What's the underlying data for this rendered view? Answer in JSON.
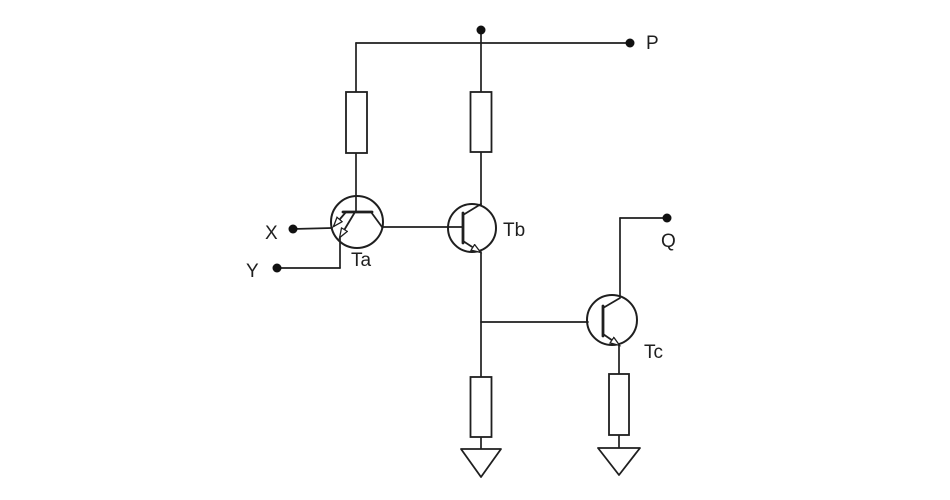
{
  "diagram": {
    "kind": "transistor-circuit-schematic",
    "background_color": "#ffffff",
    "line_color": "#1f1f1f",
    "dot_color": "#111111",
    "text_color": "#1f1f1f",
    "labels": {
      "terminal_p": "P",
      "terminal_q": "Q",
      "input_x": "X",
      "input_y": "Y",
      "transistor_a": "Ta",
      "transistor_b": "Tb",
      "transistor_c": "Tc"
    },
    "components": [
      {
        "type": "transistor",
        "label": "Ta",
        "style": "multi-emitter"
      },
      {
        "type": "transistor",
        "label": "Tb",
        "style": "npn"
      },
      {
        "type": "transistor",
        "label": "Tc",
        "style": "npn"
      },
      {
        "type": "resistor",
        "id": "resistor-top-left"
      },
      {
        "type": "resistor",
        "id": "resistor-top-right"
      },
      {
        "type": "resistor",
        "id": "resistor-bottom-left"
      },
      {
        "type": "resistor",
        "id": "resistor-bottom-right"
      },
      {
        "type": "ground",
        "id": "ground-left"
      },
      {
        "type": "ground",
        "id": "ground-right"
      },
      {
        "type": "terminal",
        "label": "P"
      },
      {
        "type": "terminal",
        "label": "Q"
      },
      {
        "type": "terminal",
        "label": "X"
      },
      {
        "type": "terminal",
        "label": "Y"
      },
      {
        "type": "terminal",
        "id": "supply-node-dot"
      }
    ]
  }
}
